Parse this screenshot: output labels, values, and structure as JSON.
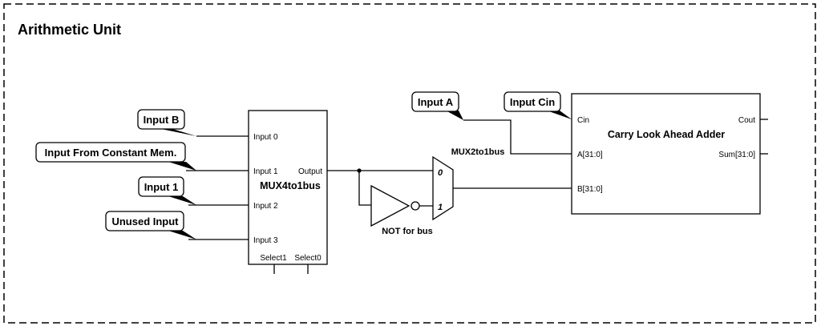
{
  "title": "Arithmetic Unit",
  "pins": {
    "input_b": "Input B",
    "input_const": "Input From Constant Mem.",
    "input_1": "Input 1",
    "unused": "Unused Input",
    "input_a": "Input A",
    "input_cin": "Input Cin"
  },
  "mux4": {
    "name": "MUX4to1bus",
    "in0": "Input 0",
    "in1": "Input 1",
    "in2": "Input 2",
    "in3": "Input 3",
    "output": "Output",
    "sel1": "Select1",
    "sel0": "Select0"
  },
  "mux2": {
    "name": "MUX2to1bus",
    "in0": "0",
    "in1": "1"
  },
  "not_gate": {
    "name": "NOT for bus"
  },
  "adder": {
    "name": "Carry Look Ahead Adder",
    "cin": "Cin",
    "a": "A[31:0]",
    "b": "B[31:0]",
    "cout": "Cout",
    "sum": "Sum[31:0]"
  }
}
